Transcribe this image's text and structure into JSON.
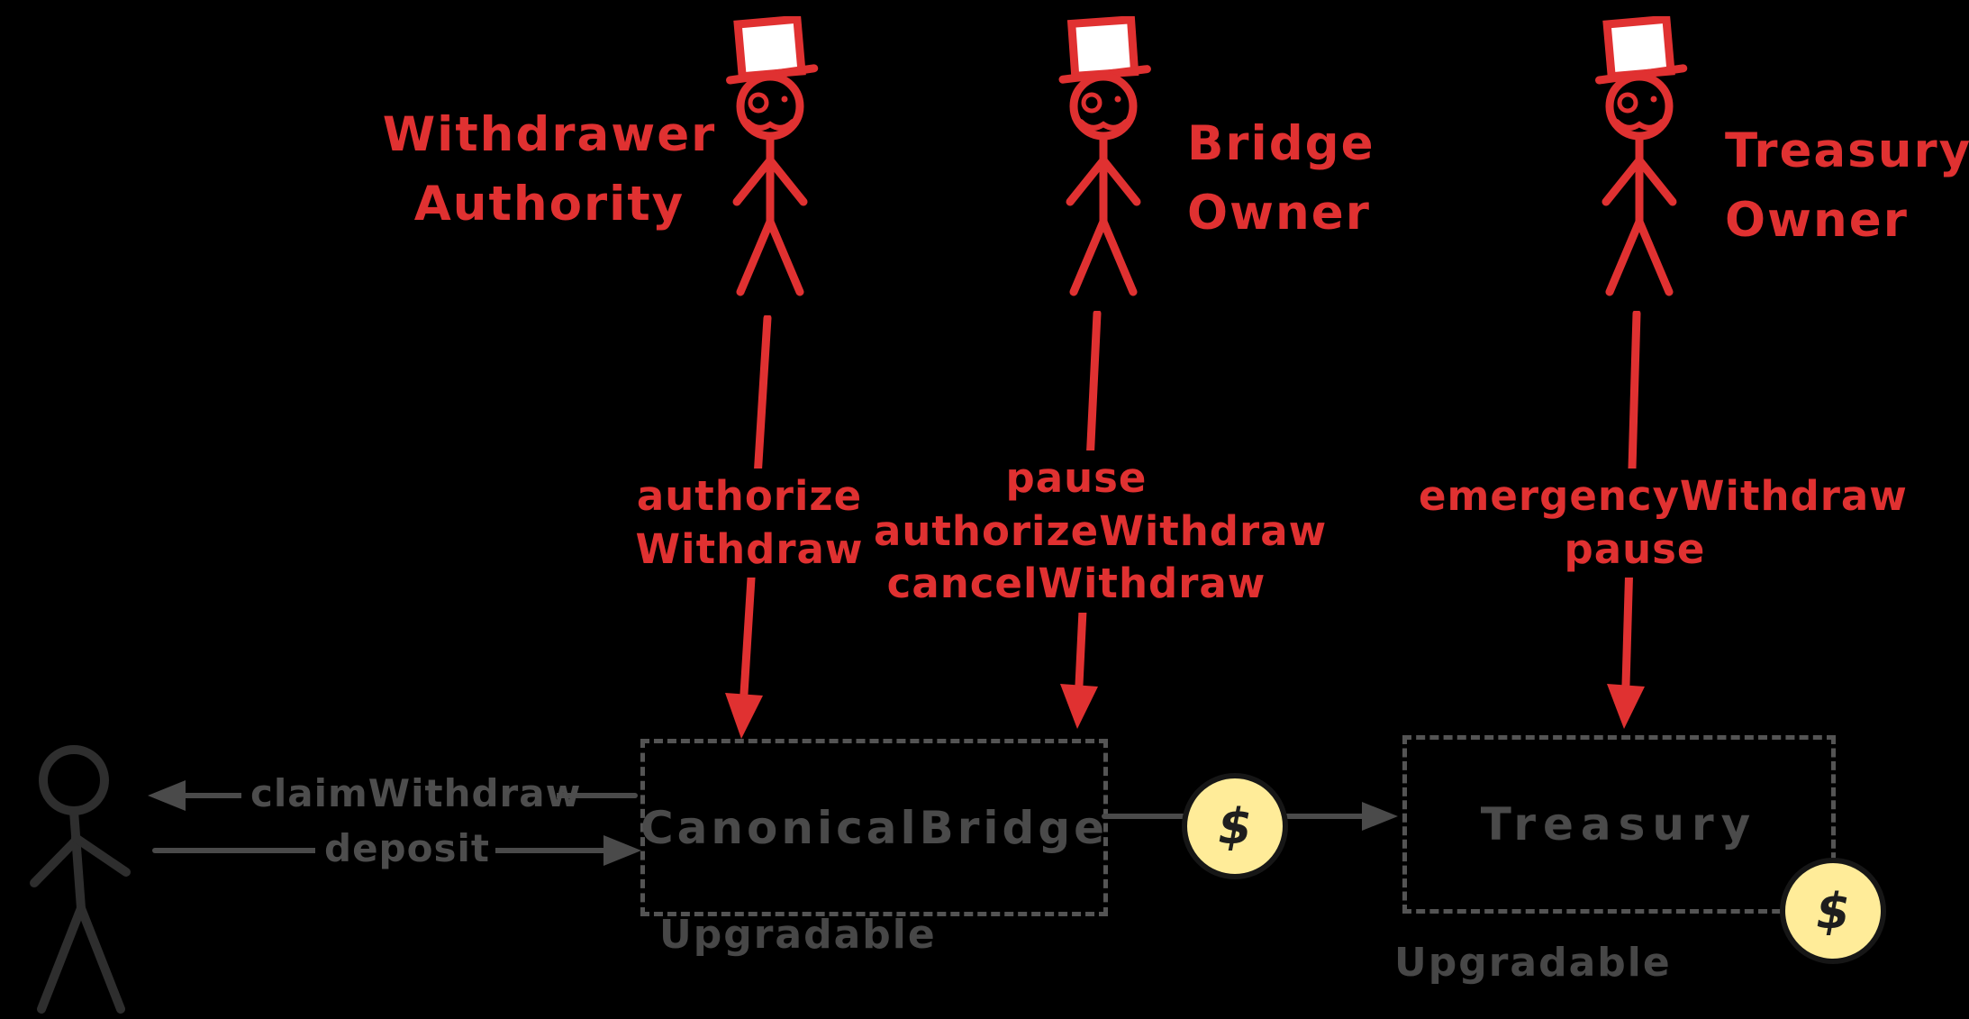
{
  "colors": {
    "background": "#000000",
    "accent_red": "#e03131",
    "sketch_gray": "#4a4a4a",
    "coin_fill": "#ffec99",
    "coin_ink": "#1e1e1e"
  },
  "actors": [
    {
      "name_line1": "Withdrawer",
      "name_line2": "Authority",
      "actions": [
        "authorize",
        "Withdraw"
      ]
    },
    {
      "name_line1": "Bridge",
      "name_line2": "Owner",
      "actions": [
        "pause",
        "authorizeWithdraw",
        "cancelWithdraw"
      ]
    },
    {
      "name_line1": "Treasury",
      "name_line2": "Owner",
      "actions": [
        "emergencyWithdraw",
        "pause"
      ]
    }
  ],
  "contracts": [
    {
      "name": "CanonicalBridge",
      "tag": "Upgradable"
    },
    {
      "name": "Treasury",
      "tag": "Upgradable"
    }
  ],
  "user_interactions": {
    "claim_label": "claimWithdraw",
    "deposit_label": "deposit"
  },
  "coins": {
    "symbol": "$"
  }
}
